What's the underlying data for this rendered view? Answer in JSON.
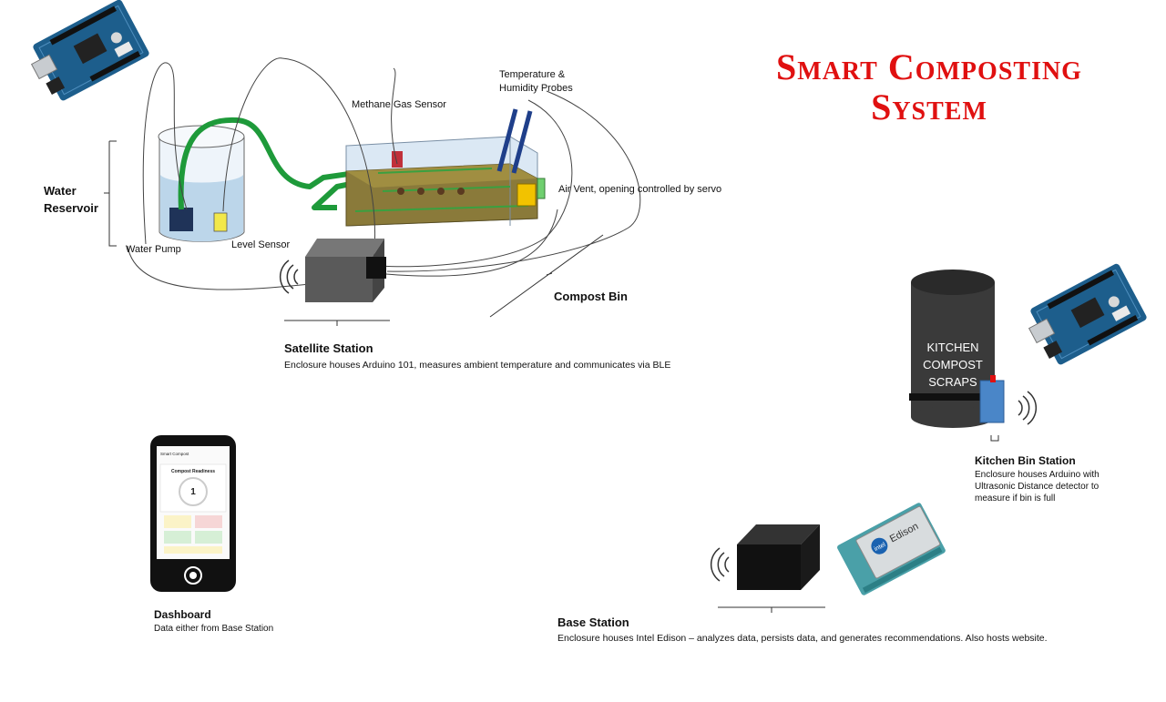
{
  "title_line1": "Smart Composting",
  "title_line2": "System",
  "labels": {
    "water_reservoir_line1": "Water",
    "water_reservoir_line2": "Reservoir",
    "water_pump": "Water Pump",
    "level_sensor": "Level Sensor",
    "methane_sensor": "Methane Gas Sensor",
    "temp_probes_line1": "Temperature &",
    "temp_probes_line2": "Humidity Probes",
    "air_vent": "Air Vent, opening controlled by servo",
    "compost_bin": "Compost  Bin"
  },
  "satellite": {
    "heading": "Satellite Station",
    "description": "Enclosure houses Arduino  101, measures ambient temperature  and communicates via BLE"
  },
  "kitchen": {
    "bin_text_line1": "KITCHEN",
    "bin_text_line2": "COMPOST",
    "bin_text_line3": "SCRAPS",
    "heading": "Kitchen Bin Station",
    "desc_line1": "Enclosure houses Arduino  with",
    "desc_line2": "Ultrasonic Distance detector to",
    "desc_line3": "measure if bin is full"
  },
  "dashboard": {
    "heading": "Dashboard",
    "description": "Data either from  Base Station",
    "phone_app_title": "Smart Compost",
    "phone_card_title": "Compost Readiness",
    "phone_gauge_value": "1"
  },
  "base": {
    "heading": "Base Station",
    "description": "Enclosure houses Intel Edison – analyzes data, persists data, and generates recommendations.  Also hosts website.",
    "chip_brand": "intel",
    "chip_name": "Edison"
  },
  "colors": {
    "title": "#e01010",
    "hose": "#1e9a3a",
    "soil": "#8a7a3a",
    "water": "#bcd6ea",
    "vent": "#f2c200",
    "probe": "#1f3f8a",
    "station_box": "#555555",
    "kitchen_bin": "#3a3a3a",
    "kitchen_sensor": "#4a86c8",
    "arduino_board": "#1d5e8c"
  },
  "icons": [
    "arduino-board-icon",
    "wireless-signal-icon",
    "intel-edison-chip-icon",
    "smartphone-icon"
  ]
}
